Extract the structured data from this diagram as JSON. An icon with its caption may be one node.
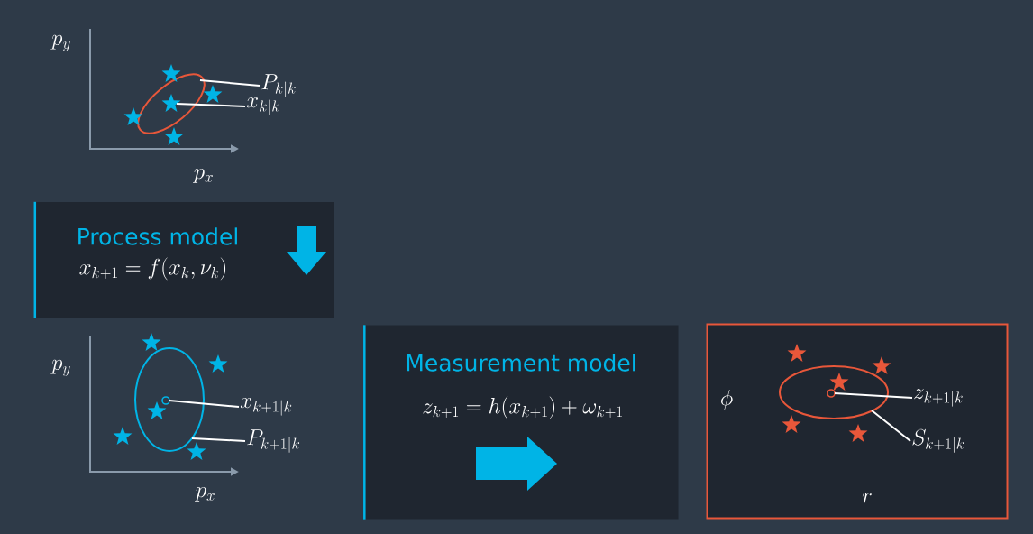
{
  "diagram": {
    "nodes": [
      {
        "text": [],
        "shape": "ellipse"
      },
      {
        "text": [
          "P_{k|k}"
        ]
      },
      {
        "text": [],
        "shape": "star",
        "in": 0
      },
      {
        "text": [
          "x_{k|k}"
        ]
      },
      {
        "text": [
          "Process model",
          "x_{k+1} = f(x_k, \\nu_k)"
        ]
      },
      {
        "text": [],
        "shape": "ellipse"
      },
      {
        "text": [],
        "shape": "circle",
        "in": 5
      },
      {
        "text": [
          "x_{k+1|k}"
        ]
      },
      {
        "text": [
          "P_{k+1|k}"
        ]
      },
      {
        "text": [
          "Measurement model",
          "z_{k+1} = h(x_{k+1}) + \\omega_{k+1}"
        ]
      },
      {
        "text": [],
        "shape": "box"
      },
      {
        "text": [],
        "shape": "ellipse",
        "in": 10
      },
      {
        "text": [],
        "shape": "circle",
        "in": 11
      },
      {
        "text": [
          "z_{k+1|k}"
        ],
        "in": 10
      },
      {
        "text": [
          "S_{k+1|k}"
        ],
        "in": 10
      },
      {
        "text": [],
        "shape": "star"
      },
      {
        "text": [],
        "shape": "star"
      },
      {
        "text": [],
        "shape": "star"
      },
      {
        "text": [],
        "shape": "star"
      },
      {
        "text": [],
        "shape": "star"
      },
      {
        "text": [],
        "shape": "star"
      },
      {
        "text": [],
        "shape": "star",
        "in": 5
      },
      {
        "text": [],
        "shape": "star"
      },
      {
        "text": [],
        "shape": "star"
      },
      {
        "text": [],
        "shape": "star",
        "in": 10
      },
      {
        "text": [],
        "shape": "star",
        "in": 11
      },
      {
        "text": [],
        "shape": "star",
        "in": 10
      },
      {
        "text": [],
        "shape": "star",
        "in": 10
      },
      {
        "text": [],
        "shape": "star",
        "in": 10
      }
    ],
    "edges": [
      {
        "from": 1,
        "to": 0,
        "arrow": "none"
      },
      {
        "from": 3,
        "to": 2,
        "arrow": "none"
      },
      {
        "from": 7,
        "to": 6,
        "arrow": "none"
      },
      {
        "from": 8,
        "to": 5,
        "arrow": "none"
      },
      {
        "from": 13,
        "to": 12,
        "arrow": "none"
      },
      {
        "from": 14,
        "to": 11,
        "arrow": "none"
      }
    ],
    "labels": [
      "p_y",
      "p_x",
      "p_y",
      "p_x",
      "\\phi",
      "r"
    ]
  }
}
